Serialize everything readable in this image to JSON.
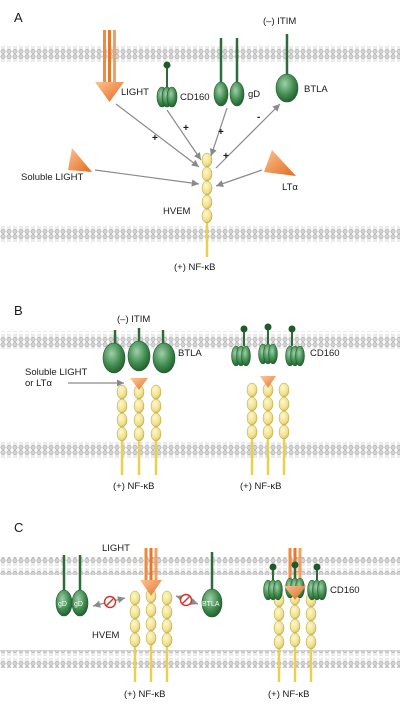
{
  "panelA": {
    "letter": "A",
    "itim": "(–) ITIM",
    "light": "LIGHT",
    "cd160": "CD160",
    "gd": "gD",
    "btla": "BTLA",
    "soluble_light": "Soluble LIGHT",
    "lta": "LTα",
    "hvem": "HVEM",
    "nfkb": "(+) NF-κB",
    "plus": "+",
    "minus": "-"
  },
  "panelB": {
    "letter": "B",
    "itim": "(–) ITIM",
    "btla": "BTLA",
    "cd160": "CD160",
    "soluble_line1": "Soluble LIGHT",
    "soluble_line2": "or LTα",
    "nfkb_left": "(+) NF-κB",
    "nfkb_right": "(+) NF-κB"
  },
  "panelC": {
    "letter": "C",
    "light": "LIGHT",
    "gd_left": "gD",
    "gd_right": "gD",
    "btla": "BTLA",
    "hvem": "HVEM",
    "cd160": "CD160",
    "nfkb_left": "(+) NF-κB",
    "nfkb_right": "(+) NF-κB"
  },
  "colors": {
    "membrane_head": "#c9c9c9",
    "receptor_green": "#2e6b3a",
    "receptor_light": "#7fb28a",
    "hvem_yellow": "#f1e08a",
    "ligand_orange": "#f08a3c",
    "arrow_gray": "#8a8a8a",
    "block_red": "#d0342c"
  }
}
